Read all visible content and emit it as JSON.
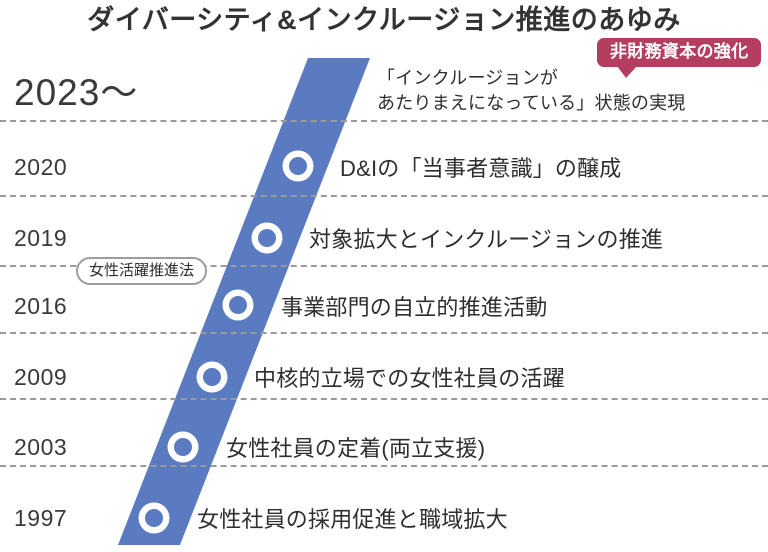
{
  "header": {
    "title": "ダイバーシティ&インクルージョン推進のあゆみ"
  },
  "badge": {
    "label": "非財務資本の強化",
    "color": "#b43e60"
  },
  "annotation_pill": {
    "label": "女性活躍推進法"
  },
  "theme": {
    "band_color": "#5b7bc0",
    "marker_ring_color": "#ffffff",
    "rule_color": "#9a9a9a",
    "text_color": "#2e2e2e",
    "background": "#ffffff"
  },
  "timeline": {
    "rows": [
      {
        "year": "2023〜",
        "event_line1": "「インクルージョンが",
        "event_line2": "あたりまえになっている」状態の実現",
        "marker": false
      },
      {
        "year": "2020",
        "event_line1": "D&Iの「当事者意識」の醸成",
        "marker": true
      },
      {
        "year": "2019",
        "event_line1": "対象拡大とインクルージョンの推進",
        "marker": true
      },
      {
        "year": "2016",
        "event_line1": "事業部門の自立的推進活動",
        "marker": true
      },
      {
        "year": "2009",
        "event_line1": "中核的立場での女性社員の活躍",
        "marker": true
      },
      {
        "year": "2003",
        "event_line1": "女性社員の定着(両立支援)",
        "marker": true
      },
      {
        "year": "1997",
        "event_line1": "女性社員の採用促進と職域拡大",
        "marker": true
      }
    ]
  },
  "chart_data": {
    "type": "timeline",
    "title": "ダイバーシティ&インクルージョン推進のあゆみ",
    "orientation": "vertical-ascending-diagonal",
    "categories": [
      "1997",
      "2003",
      "2009",
      "2016",
      "2019",
      "2020",
      "2023〜"
    ],
    "milestones": [
      {
        "year": "1997",
        "label": "女性社員の採用促進と職域拡大"
      },
      {
        "year": "2003",
        "label": "女性社員の定着(両立支援)"
      },
      {
        "year": "2009",
        "label": "中核的立場での女性社員の活躍"
      },
      {
        "year": "2016",
        "label": "事業部門の自立的推進活動"
      },
      {
        "year": "2019",
        "label": "対象拡大とインクルージョンの推進"
      },
      {
        "year": "2020",
        "label": "D&Iの「当事者意識」の醸成"
      },
      {
        "year": "2023〜",
        "label": "「インクルージョンがあたりまえになっている」状態の実現"
      }
    ],
    "annotations": [
      {
        "label": "女性活躍推進法",
        "between": [
          "2019",
          "2016"
        ]
      },
      {
        "label": "非財務資本の強化",
        "at": "2023〜"
      }
    ],
    "legend": [],
    "grid": "dashed-horizontal"
  }
}
